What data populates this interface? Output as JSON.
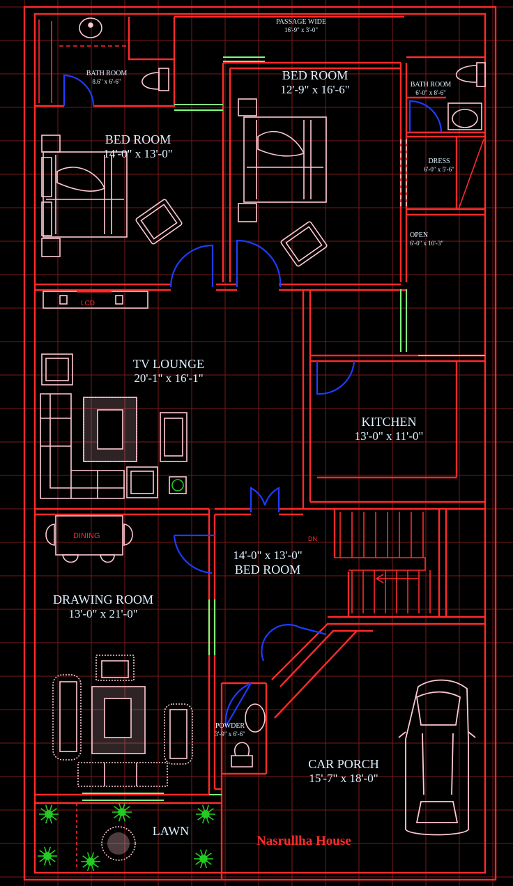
{
  "plan": {
    "title": "Nasrullha House",
    "rooms": {
      "passage": {
        "name": "PASSAGE WIDE",
        "dim": "16'-9\" x 3'-0\""
      },
      "bath1": {
        "name": "BATH ROOM",
        "dim": "8.6\" x 6'-6\""
      },
      "bath2": {
        "name": "BATH ROOM",
        "dim": "6'-0\" x 8'-6\""
      },
      "bed1": {
        "name": "BED ROOM",
        "dim": "14'-0\" x 13'-0\""
      },
      "bed2": {
        "name": "BED ROOM",
        "dim": "12'-9\" x 16'-6\""
      },
      "dress": {
        "name": "DRESS",
        "dim": "6'-0\" x 5'-6\""
      },
      "open": {
        "name": "OPEN",
        "dim": "6'-0\" x 10'-3\""
      },
      "lounge": {
        "name": "TV LOUNGE",
        "dim": "20'-1\" x 16'-1\""
      },
      "kitchen": {
        "name": "KITCHEN",
        "dim": "13'-0\" x 11'-0\""
      },
      "bed3": {
        "name": "BED ROOM",
        "dim": "14'-0\" x 13'-0\""
      },
      "drawing": {
        "name": "DRAWING ROOM",
        "dim": "13'-0\" x 21'-0\""
      },
      "powder": {
        "name": "POWDER",
        "dim": "3'-9\" x 6'-6\""
      },
      "porch": {
        "name": "CAR PORCH",
        "dim": "15'-7\" x 18'-0\""
      },
      "lawn": {
        "name": "LAWN"
      }
    },
    "tags": {
      "lcd": "LCD",
      "dining": "DINING",
      "dn": "DN"
    },
    "colors": {
      "background": "#000000",
      "grid": "#7a1a1a",
      "wall": "#ff2a2a",
      "door": "#1e3cff",
      "window": "#7dff7d",
      "furniture": "#ffc8d2",
      "text": "#dff2ff",
      "plant": "#22cc22"
    }
  }
}
